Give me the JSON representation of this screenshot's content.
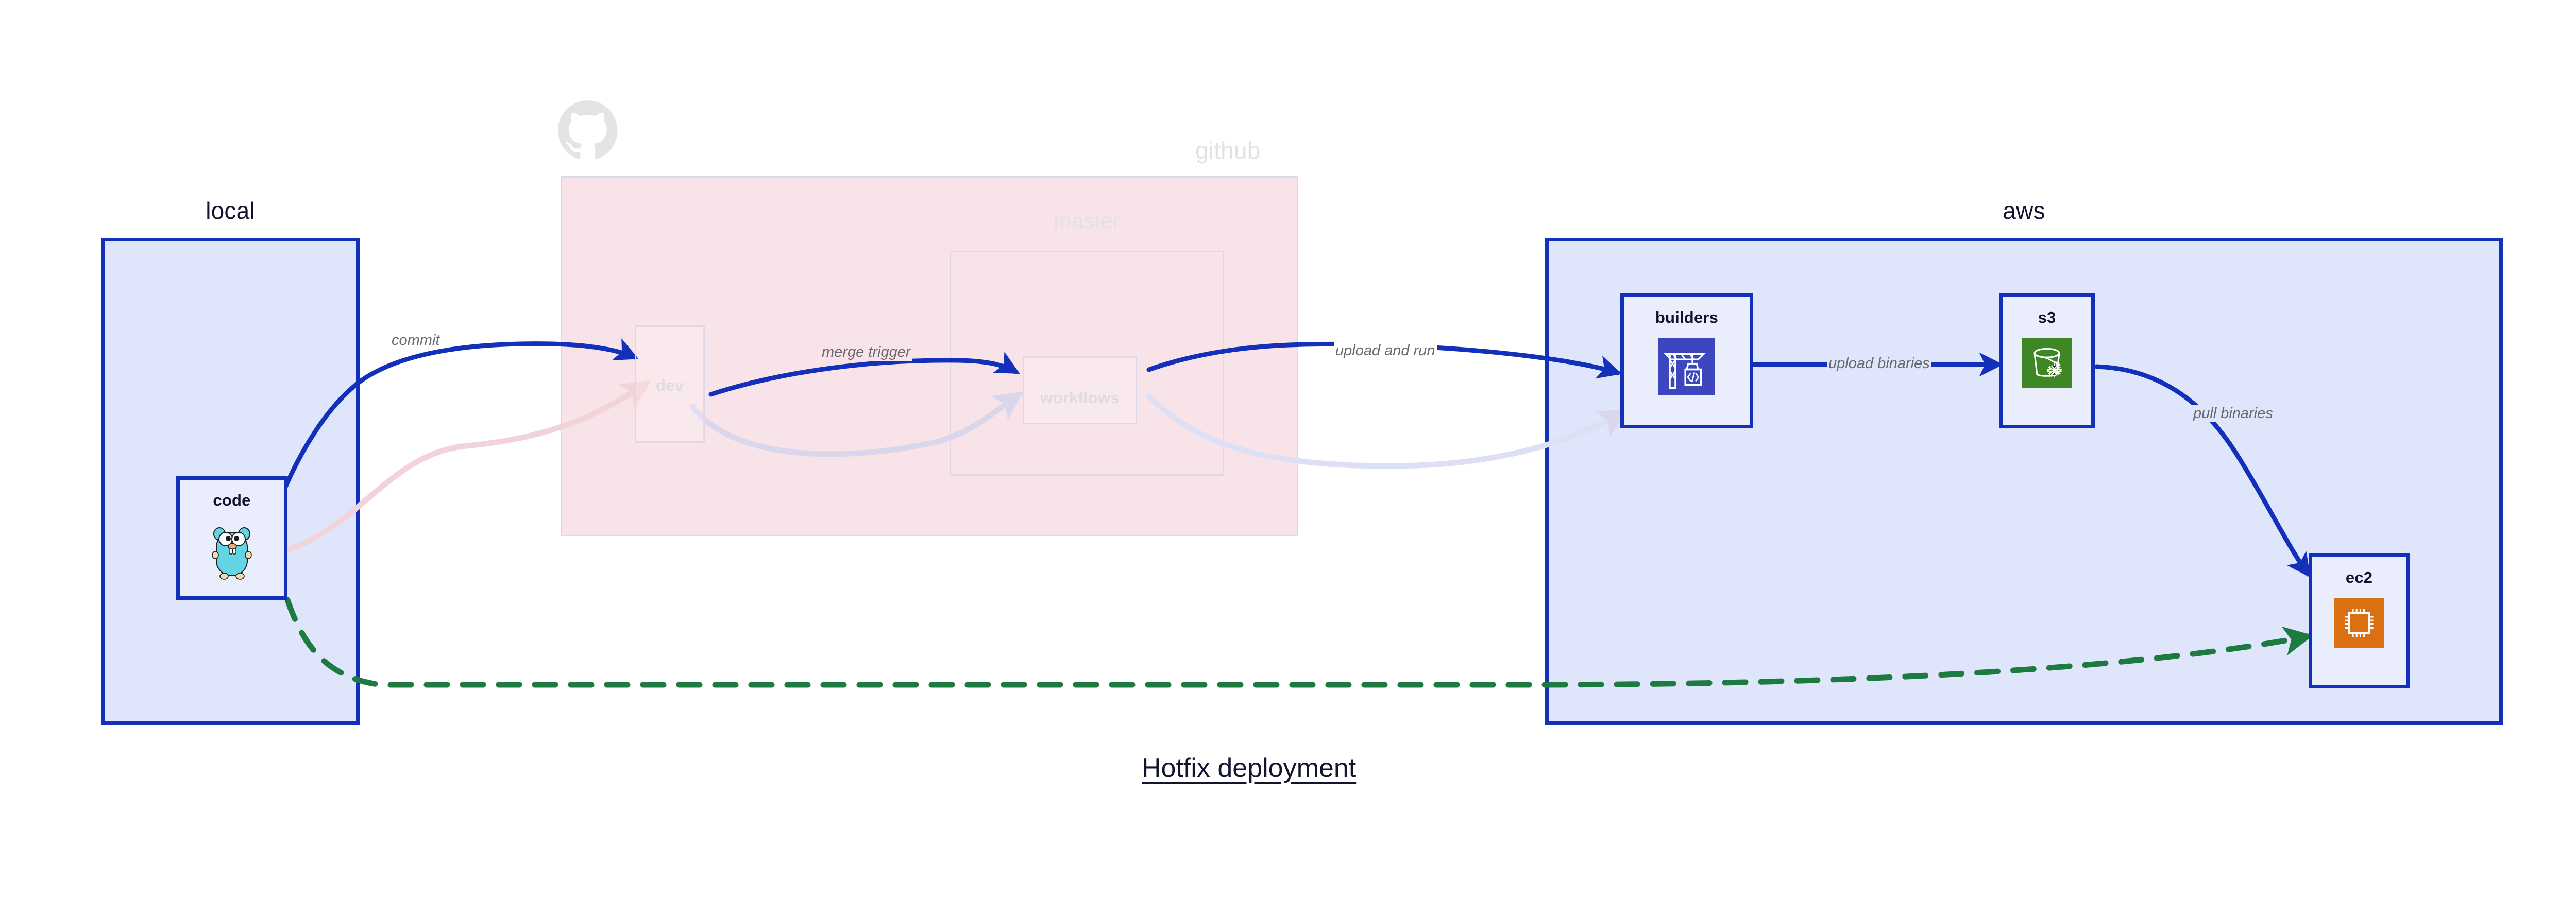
{
  "title": "Hotfix deployment",
  "colors": {
    "group_border": "#1230ba",
    "group_fill": "#dfe5fa",
    "github_fill": "#f8e3e8",
    "github_border": "#d9d9ea",
    "edge_active": "#1230ba",
    "edge_green": "#1d7a41",
    "edge_dim_pink": "#f3d7dd",
    "edge_dim_lavender": "#dcdaef",
    "label_text": "#66696e",
    "title_text": "#121430",
    "codebuild_tile": "#3c47bf",
    "s3_tile": "#3f8624",
    "ec2_tile": "#db7012",
    "gopher_body": "#63d4e3"
  },
  "groups": [
    {
      "id": "local",
      "label": "local",
      "dimmed": false
    },
    {
      "id": "github",
      "label": "github",
      "dimmed": true
    },
    {
      "id": "aws",
      "label": "aws",
      "dimmed": false
    }
  ],
  "github_sub_groups": [
    {
      "id": "master",
      "label": "master",
      "dimmed": true
    }
  ],
  "nodes": [
    {
      "id": "code",
      "label": "code",
      "icon": "go-gopher-icon",
      "group": "local",
      "dimmed": false
    },
    {
      "id": "dev",
      "label": "dev",
      "icon": "none",
      "group": "github",
      "dimmed": true
    },
    {
      "id": "workflows",
      "label": "workflows",
      "icon": "none",
      "group": "master",
      "dimmed": true
    },
    {
      "id": "builders",
      "label": "builders",
      "icon": "aws-codebuild-icon",
      "group": "aws",
      "dimmed": false
    },
    {
      "id": "s3",
      "label": "s3",
      "icon": "aws-s3-glacier-icon",
      "group": "aws",
      "dimmed": false
    },
    {
      "id": "ec2",
      "label": "ec2",
      "icon": "aws-ec2-chip-icon",
      "group": "aws",
      "dimmed": false
    }
  ],
  "edges": [
    {
      "id": "commit",
      "from": "code",
      "to": "dev",
      "label": "commit",
      "style": "solid-blue",
      "label_bg": "white"
    },
    {
      "id": "merge-trigger",
      "from": "dev",
      "to": "workflows",
      "label": "merge trigger",
      "style": "solid-blue",
      "label_bg": "pink"
    },
    {
      "id": "upload-and-run",
      "from": "workflows",
      "to": "builders",
      "label": "upload and run",
      "style": "solid-blue",
      "label_bg": "white"
    },
    {
      "id": "upload-binaries",
      "from": "builders",
      "to": "s3",
      "label": "upload binaries",
      "style": "solid-blue",
      "label_bg": "blue"
    },
    {
      "id": "pull-binaries",
      "from": "s3",
      "to": "ec2",
      "label": "pull binaries",
      "style": "solid-blue",
      "label_bg": "blue"
    },
    {
      "id": "hotfix-direct",
      "from": "code",
      "to": "ec2",
      "label": "",
      "style": "dashed-green",
      "label_bg": "none"
    },
    {
      "id": "dim-code-dev",
      "from": "code",
      "to": "dev",
      "label": "",
      "style": "faded-pink",
      "label_bg": "none"
    },
    {
      "id": "dim-dev-wf",
      "from": "dev",
      "to": "workflows",
      "label": "",
      "style": "faded-lavender",
      "label_bg": "none"
    },
    {
      "id": "dim-wf-builders",
      "from": "workflows",
      "to": "builders",
      "label": "",
      "style": "faded-lavender",
      "label_bg": "none"
    }
  ],
  "logos": [
    {
      "id": "github-octocat",
      "name": "github-logo-icon",
      "dimmed": true
    }
  ]
}
